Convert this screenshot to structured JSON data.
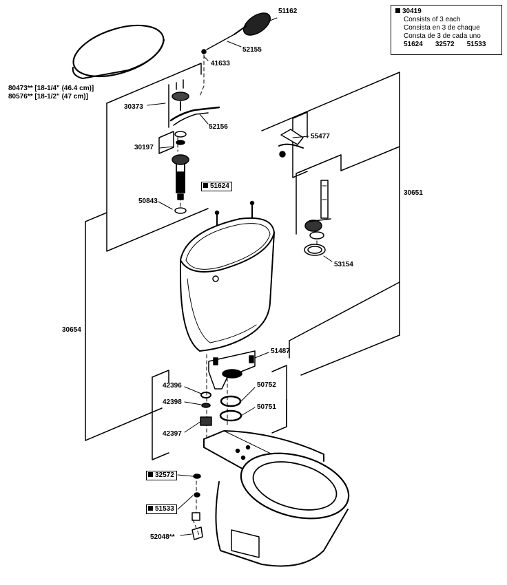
{
  "note": {
    "title": "30419",
    "lines": [
      "Consists of 3 each",
      "Consista en 3 de chaque",
      "Consta de 3 de cada uno"
    ],
    "parts": [
      "51624",
      "32572",
      "51533"
    ]
  },
  "labels": {
    "p51162": "51162",
    "p52155": "52155",
    "p41633": "41633",
    "lid1": "80473** [18-1/4\" (46.4 cm)]",
    "lid2": "80576** [18-1/2\" (47 cm)]",
    "p30373": "30373",
    "p52156": "52156",
    "p30197": "30197",
    "p55477": "55477",
    "p51624": "51624",
    "p30651": "30651",
    "p50843": "50843",
    "p53154": "53154",
    "p30654": "30654",
    "p51487": "51487",
    "p42396": "42396",
    "p42398": "42398",
    "p50752": "50752",
    "p50751": "50751",
    "p42397": "42397",
    "p32572": "32572",
    "p51533": "51533",
    "p52048": "52048**"
  }
}
